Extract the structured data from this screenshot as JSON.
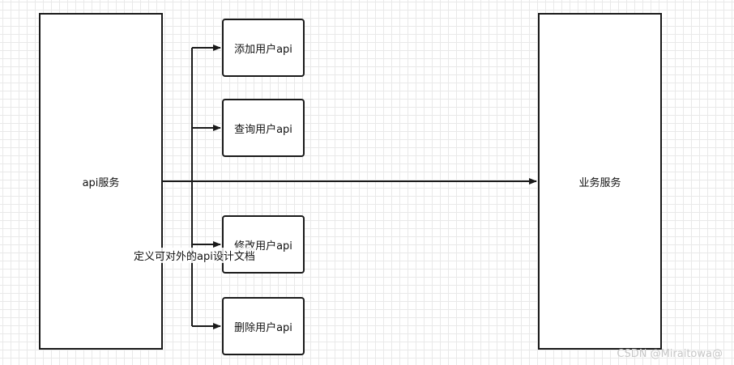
{
  "nodes": {
    "api_service": "api服务",
    "business_service": "业务服务",
    "add_user_api": "添加用户api",
    "query_user_api": "查询用户api",
    "modify_user_api": "修改用户api",
    "delete_user_api": "删除用户api"
  },
  "edge_label": "定义可对外的api设计文档",
  "watermark": "CSDN @Miraitowa@",
  "colors": {
    "stroke": "#1a1a1a",
    "grid": "#e9e9e9",
    "watermark": "#c8c8c8"
  }
}
